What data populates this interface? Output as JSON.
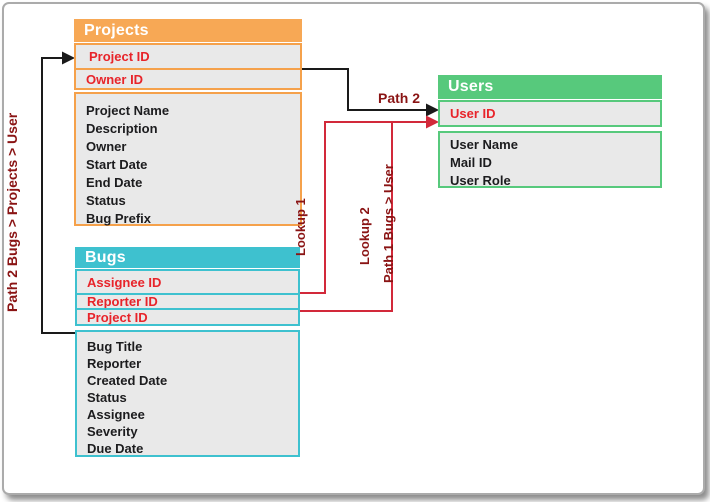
{
  "colors": {
    "projects_accent": "#F5A14B",
    "projects_header": "#F7A855",
    "bugs_accent": "#3EC1CF",
    "users_accent": "#57C97C",
    "row_bg": "#E9E9E9",
    "key_text": "#E8242A",
    "label_text": "#8A1414",
    "red_line": "#D2293A",
    "black_line": "#1A1A1A"
  },
  "tables": {
    "projects": {
      "title": "Projects",
      "keys": [
        "Project ID",
        "Owner ID"
      ],
      "fields": [
        "Project Name",
        "Description",
        "Owner",
        "Start Date",
        "End Date",
        "Status",
        "Bug Prefix"
      ]
    },
    "bugs": {
      "title": "Bugs",
      "keys": [
        "Assignee ID",
        "Reporter ID",
        "Project ID"
      ],
      "fields": [
        "Bug Title",
        "Reporter",
        "Created Date",
        "Status",
        "Assignee",
        "Severity",
        "Due Date"
      ]
    },
    "users": {
      "title": "Users",
      "keys": [
        "User ID"
      ],
      "fields": [
        "User Name",
        "Mail ID",
        "User Role"
      ]
    }
  },
  "labels": {
    "path2": "Path 2",
    "lookup1": "Lookup 1",
    "lookup2": "Lookup 2",
    "path1": "Path 1 Bugs > User",
    "path2_full": "Path 2 Bugs > Projects > User"
  }
}
